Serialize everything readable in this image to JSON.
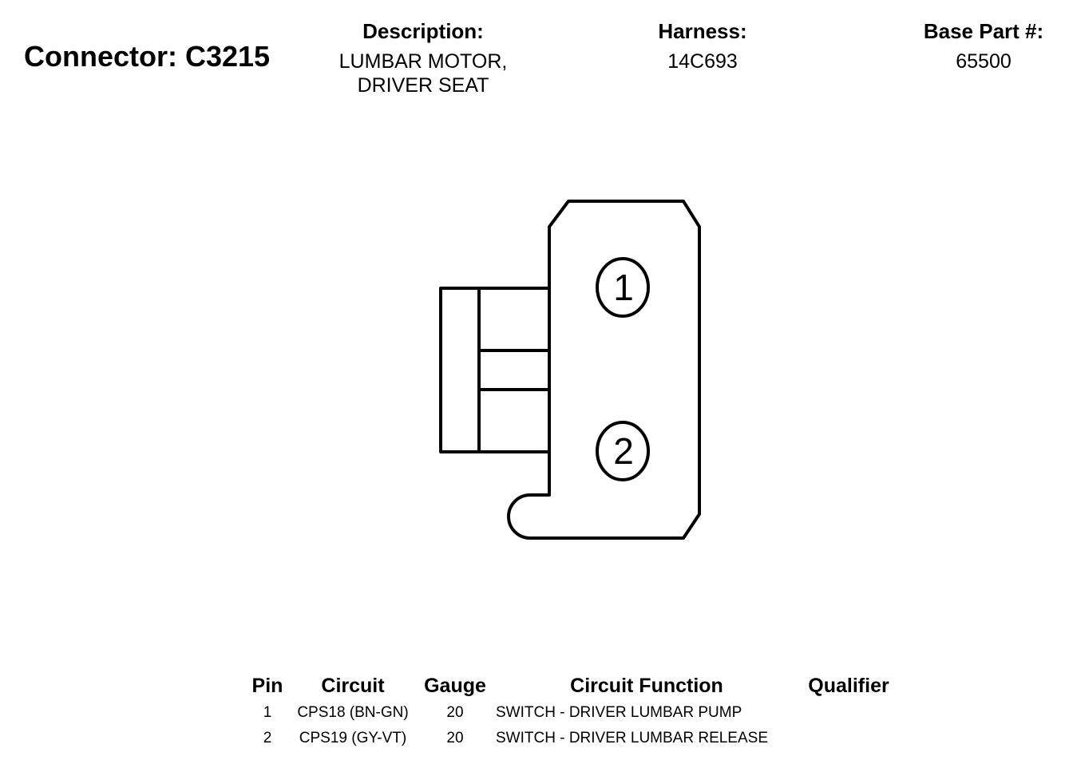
{
  "connector": {
    "title": "Connector: C3215"
  },
  "header": {
    "description_label": "Description:",
    "description_line1": "LUMBAR MOTOR,",
    "description_line2": "DRIVER SEAT",
    "harness_label": "Harness:",
    "harness_value": "14C693",
    "base_part_label": "Base Part #:",
    "base_part_value": "65500"
  },
  "diagram": {
    "pins": [
      {
        "label": "1"
      },
      {
        "label": "2"
      }
    ],
    "stroke_color": "#000000"
  },
  "table": {
    "headers": {
      "pin": "Pin",
      "circuit": "Circuit",
      "gauge": "Gauge",
      "function": "Circuit Function",
      "qualifier": "Qualifier"
    },
    "rows": [
      {
        "pin": "1",
        "circuit": "CPS18 (BN-GN)",
        "gauge": "20",
        "function": "SWITCH - DRIVER LUMBAR PUMP",
        "qualifier": ""
      },
      {
        "pin": "2",
        "circuit": "CPS19 (GY-VT)",
        "gauge": "20",
        "function": "SWITCH - DRIVER LUMBAR RELEASE",
        "qualifier": ""
      }
    ]
  }
}
